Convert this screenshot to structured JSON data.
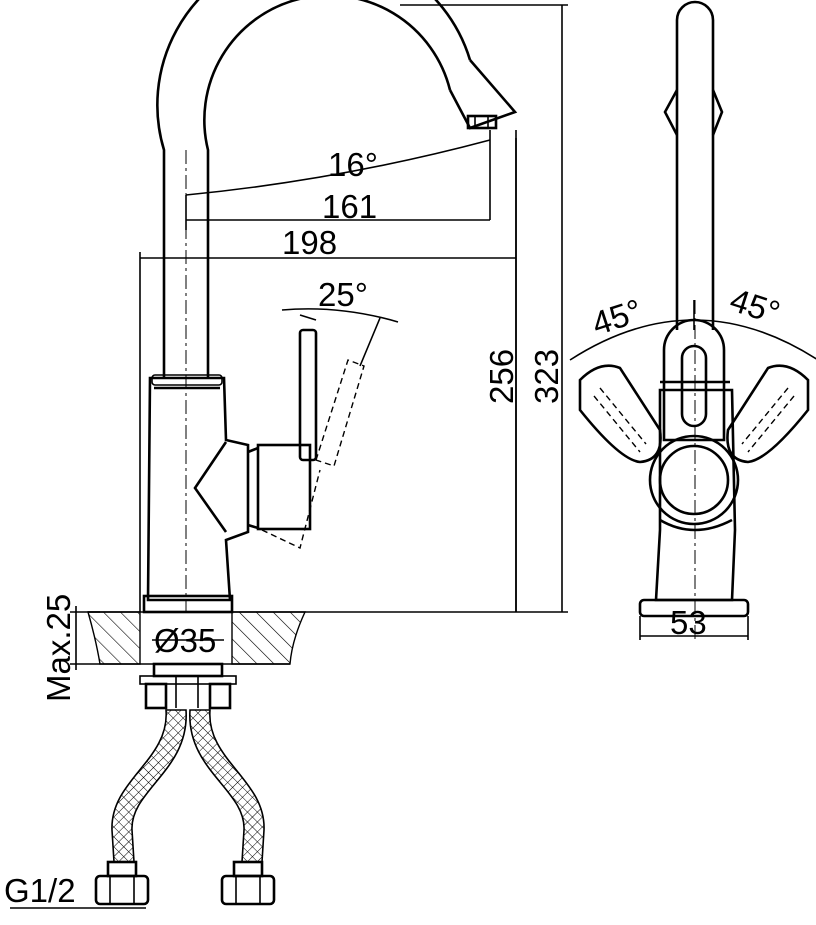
{
  "dimensions": {
    "spout_angle": "16°",
    "reach_inner": "161",
    "reach_outer": "198",
    "lever_angle": "25°",
    "height_spout": "256",
    "height_total": "323",
    "mount_hole": "Ø35",
    "max_counter": "Max.25",
    "connection": "G1/2",
    "handle_left": "45°",
    "handle_right": "45°",
    "base_width": "53"
  }
}
